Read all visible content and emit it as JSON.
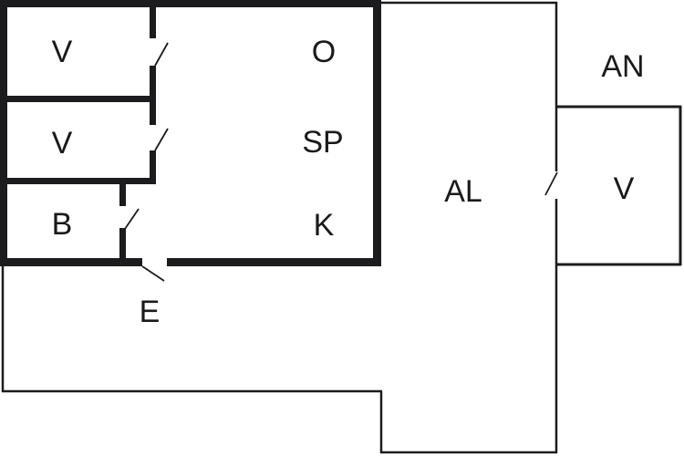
{
  "plan": {
    "kind": "floor-plan",
    "labels": {
      "v1": "V",
      "v2": "V",
      "b": "B",
      "o": "O",
      "sp": "SP",
      "k": "K",
      "e": "E",
      "al": "AL",
      "an": "AN",
      "v3": "V"
    },
    "colors": {
      "wall": "#1c1c1e",
      "text": "#1a1a1a",
      "background": "#ffffff"
    }
  }
}
